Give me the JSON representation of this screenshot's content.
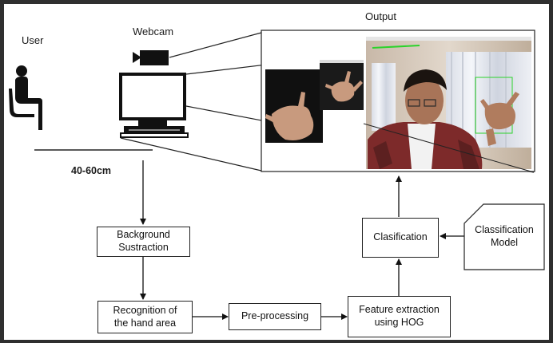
{
  "labels": {
    "user": "User",
    "webcam": "Webcam",
    "output": "Output",
    "distance": "40-60cm"
  },
  "boxes": {
    "background_subtraction": "Background\nSustraction",
    "hand_recognition": "Recognition of\nthe hand area",
    "preprocessing": "Pre-processing",
    "feature_extraction": "Feature extraction\nusing HOG",
    "classification": "Clasification",
    "classification_model": "Classification\nModel"
  },
  "colors": {
    "frame": "#2f2f2f",
    "line": "#222222",
    "detection_box": "#2bd32b"
  }
}
